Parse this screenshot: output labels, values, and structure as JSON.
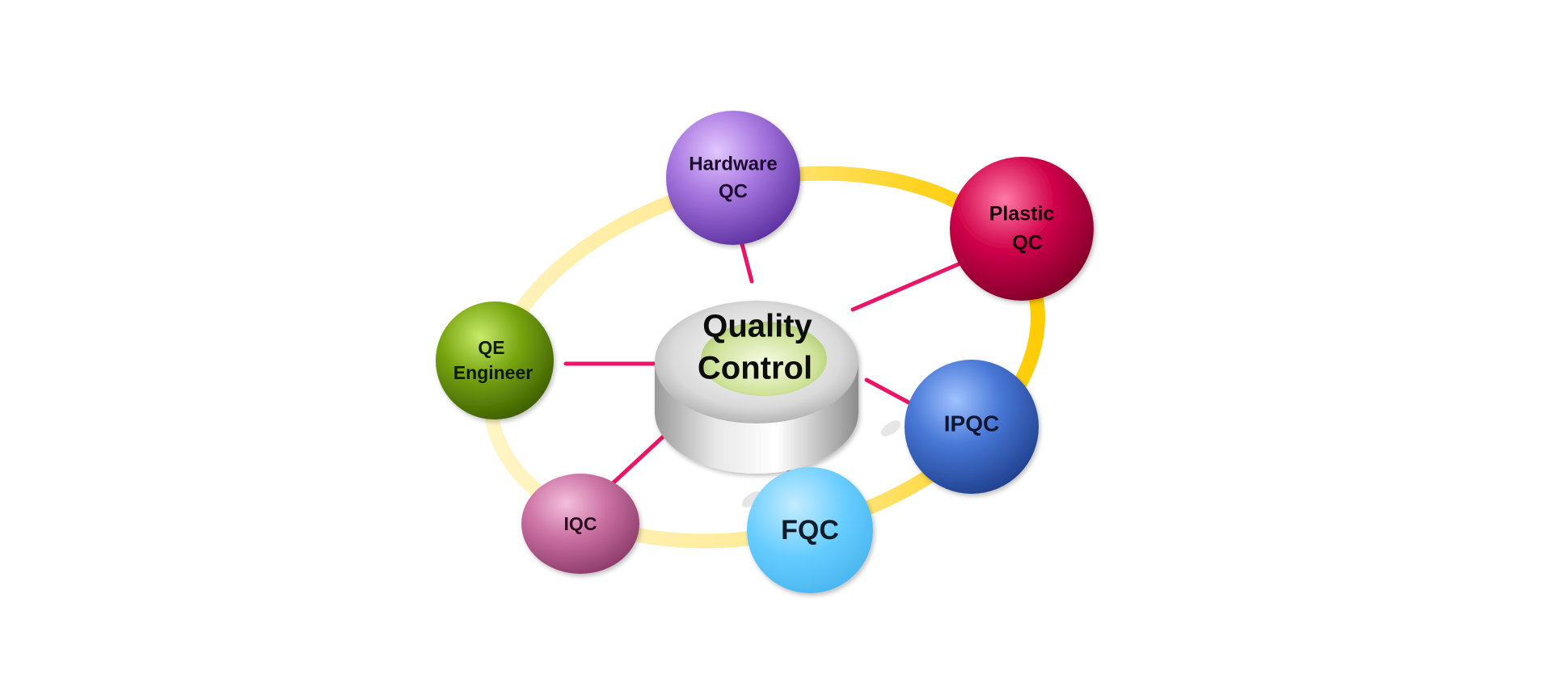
{
  "center": {
    "label_line1": "Quality",
    "label_line2": "Control"
  },
  "nodes": {
    "hardware_qc": {
      "line1": "Hardware",
      "line2": "QC"
    },
    "plastic_qc": {
      "line1": "Plastic",
      "line2": "QC"
    },
    "qe_engineer": {
      "line1": "QE",
      "line2": "Engineer"
    },
    "ipqc": {
      "label": "IPQC"
    },
    "iqc": {
      "label": "IQC"
    },
    "fqc": {
      "label": "FQC"
    }
  },
  "colors": {
    "connector": "#ec1467",
    "ring": "#ffd21f",
    "hardware_qc": "#9a6bd6",
    "plastic_qc": "#d0054a",
    "qe_engineer": "#6d9a10",
    "ipqc": "#3f6fd0",
    "iqc": "#cc6fa2",
    "fqc": "#66ccff"
  }
}
